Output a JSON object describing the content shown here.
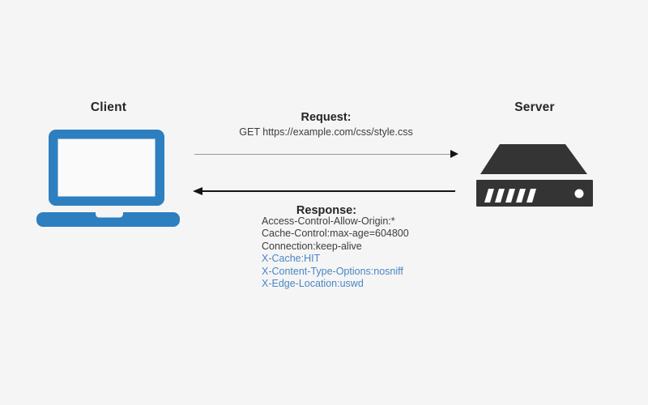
{
  "client": {
    "label": "Client"
  },
  "server": {
    "label": "Server"
  },
  "request": {
    "title": "Request:",
    "line": "GET https://example.com/css/style.css"
  },
  "response": {
    "title": "Response:",
    "headers": [
      {
        "text": "Access-Control-Allow-Origin:*",
        "accent": false
      },
      {
        "text": "Cache-Control:max-age=604800",
        "accent": false
      },
      {
        "text": "Connection:keep-alive",
        "accent": false
      },
      {
        "text": "X-Cache:HIT",
        "accent": true
      },
      {
        "text": "X-Content-Type-Options:nosniff",
        "accent": true
      },
      {
        "text": "X-Edge-Location:uswd",
        "accent": true
      }
    ]
  },
  "colors": {
    "background": "#f5f5f5",
    "laptop_blue": "#2e7fc0",
    "laptop_screen": "#fafafa",
    "server_dark": "#343434",
    "server_detail": "#ffffff",
    "accent_header_text": "#4a86c5",
    "title_text": "#262626",
    "body_text": "#3d3d3d",
    "response_arrow": "#141414",
    "request_arrow_line": "#9a9a9a"
  }
}
